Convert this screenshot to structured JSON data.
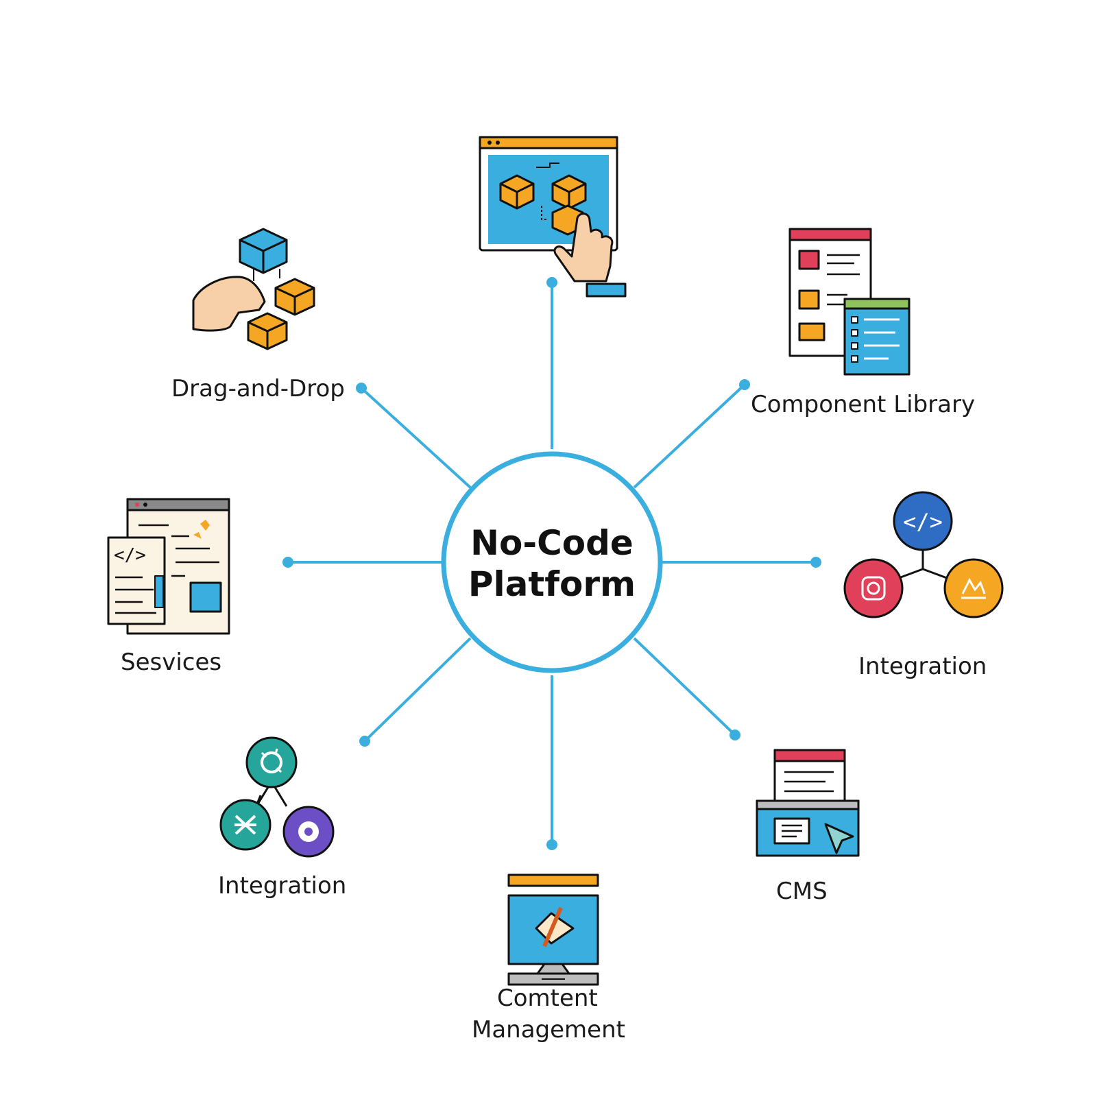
{
  "center": {
    "line1": "No-Code",
    "line2": "Platform"
  },
  "nodes": [
    {
      "id": "top",
      "label": "",
      "icon": "visual-builder-icon"
    },
    {
      "id": "top-left",
      "label": "Drag-and-Drop",
      "icon": "drag-and-drop-icon"
    },
    {
      "id": "top-right",
      "label": "Component Library",
      "icon": "component-library-icon"
    },
    {
      "id": "left",
      "label": "Sesvices",
      "icon": "code-services-icon"
    },
    {
      "id": "right",
      "label": "Integration",
      "icon": "integration-network-icon"
    },
    {
      "id": "bottom-left",
      "label": "Integration",
      "icon": "integration-gear-icon"
    },
    {
      "id": "bottom-right",
      "label": "CMS",
      "icon": "cms-icon"
    },
    {
      "id": "bottom",
      "label_line1": "Comtent",
      "label_line2": "Management",
      "icon": "content-management-icon"
    }
  ],
  "colors": {
    "connector": "#3aaede",
    "orange": "#f5a623",
    "blue": "#3aaede",
    "red": "#e0405a",
    "teal": "#26a69a",
    "purple": "#6c4fc4",
    "navy": "#2f6cc4"
  }
}
